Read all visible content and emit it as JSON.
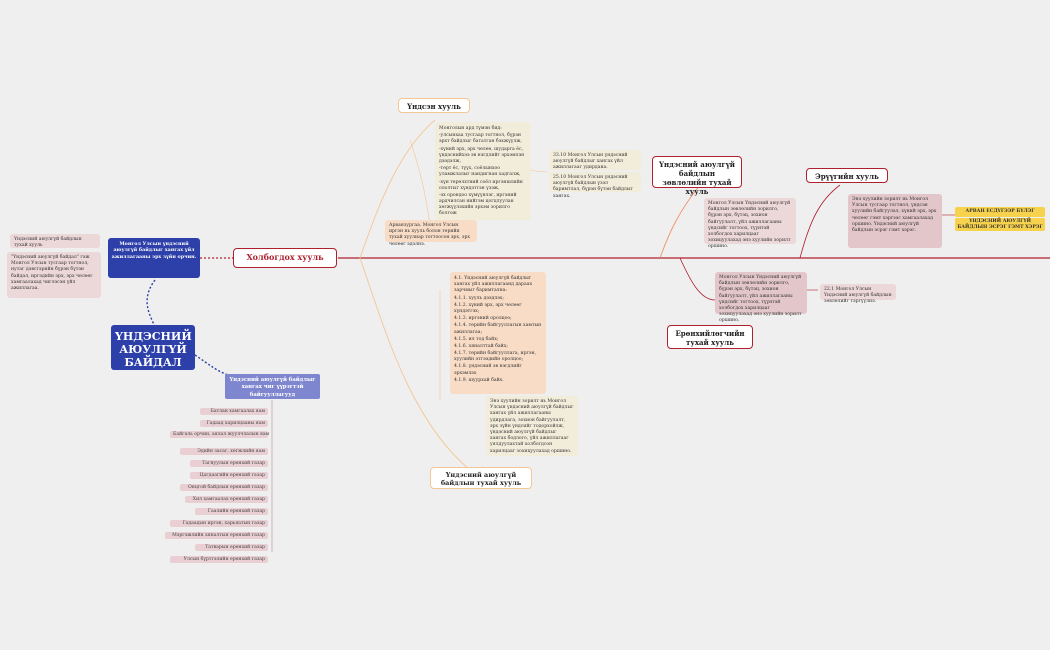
{
  "central": {
    "title": "ҮНДЭСНИЙ АЮУЛГҮЙ БАЙДАЛ"
  },
  "relation_law": {
    "title": "Холбогдох хууль",
    "desc": "Монгол Улсын үндэсний аюулгүй байдлыг хангах үйл ажиллагааны эрх зүйн орчин.",
    "left_note_title": "Үндэсний аюулгүй байдлын тухай хууль",
    "left_note": "\"Үндэсний аюулгүй байдал\" гэж Монгол Улсын тусгаар тогтнол, нутаг дэвсгэрийн бүрэн бүтэн байдал, иргэдийн эрх, эрх чөлөөг хамгаалахад чиглэсэн үйл ажиллагаа."
  },
  "constitution": {
    "title": "Үндсэн хууль",
    "points": [
      "Монголын ард түмэн бид:",
      "-улсынхаа тусгаар тогтнол, бүрэн эрхт байдлыг бататган бэхжүүлж,",
      "-хүний эрх, эрх чөлөө, шударга ёс, үндэснийхээ эв нэгдлийг эрхэмлэн дээдэлж,",
      "-төрт ёс, түүх, соёлынхоо уламжлалыг нандигнан хадгалж,",
      "-хүн төрөлхтний соёл иргэншлийн ололтыг хүндэтгэн үзэж,",
      "-эх орондоо хүмүүнлэг, иргэний ардчилсан нийгэм цогцлуулан хөгжүүлэхийн эрхэм зорилго болгож"
    ],
    "note_a": "33.10 Монгол Улсын үндэсний аюулгүй байдлыг хангах үйл ажиллагааг удирдана.",
    "note_b": "25.10 Монгол Улсын үндэсний аюулгүй байдлын үзэл баримтлал, бүрэн бүтэн байдлыг хангах.",
    "note_c": "Арванзургаа. Монгол Улсын иргэн нь хууль болон төрийн тухай хуулиар тогтоосон эрх, эрх чөлөөг эдэлнэ."
  },
  "nsl": {
    "title": "Үндэсний аюулгүй байдлын тухай хууль",
    "points": [
      "4.1. Үндэсний аюулгүй байдлыг хангах үйл ажиллагаанд дараах зарчмыг баримтална:",
      "4.1.1. хууль дээдлэх;",
      "4.1.2. хүний эрх, эрх чөлөөг хүндэтгэх;",
      "4.1.3. иргэний оролцоо;",
      "4.1.4. төрийн байгууллагын хамтын ажиллагаа;",
      "4.1.5. ил тод байх;",
      "4.1.6. хяналттай байх;",
      "4.1.7. төрийн байгууллага, иргэн, хуулийн этгээдийн оролцоо;",
      "4.1.8. үндэсний эв нэгдлийг эрхэмлэх",
      "4.1.9. шуурхай байх."
    ],
    "note": "Энэ хуулийн зорилт нь Монгол Улсын үндэсний аюулгүй байдлыг хангах үйл ажиллагааны удирдлага, зохион байгуулалт, эрх зүйн үндсийг тодорхойлж, үндэсний аюулгүй байдлыг хангах бодлого, үйл ажиллагааг уялдуулахтай холбогдсон харилцааг зохицуулахад оршино."
  },
  "concept_law": {
    "title": "Үндэсний аюулгүй байдлын зөвлөлийн тухай хууль",
    "note": "Монгол Улсын Үндэсний аюулгүй байдлын зөвлөлийн зорилго, бүрэн эрх, бүтэц, зохион байгуулалт, үйл ажиллагааны үндсийг тогтоох, түүнтэй холбогдох харилцааг зохицуулахад энэ хуулийн зорилт оршино."
  },
  "criminal_law": {
    "title": "Эрүүгийн хууль",
    "note": "Энэ хуулийн зорилт нь Монгол Улсын тусгаар тогтнол, үндсэн хуулийн байгуулал, хүний эрх, эрх чөлөөг гэмт хэргээс хамгаалахад оршино. Үндэсний аюулгүй байдлын эсрэг гэмт хэрэг.",
    "tag1": "АРВАН ЕСДҮГЭЭР БҮЛЭГ",
    "tag2": "ҮНДЭСНИЙ АЮУЛГҮЙ БАЙДЛЫН ЭСРЭГ ГЭМТ ХЭРЭГ"
  },
  "general_law": {
    "title": "Ерөнхийлөгчийн тухай хууль",
    "note": "Монгол Улсын Үндэсний аюулгүй байдлын зөвлөлийн зорилго, бүрэн эрх, бүтэц, зохион байгуулалт, үйл ажиллагааны үндсийг тогтоох, түүнтэй холбогдох харилцааг зохицуулахад энэ хуулийн зорилт оршино.",
    "sub": "22.1 Монгол Улсын Үндэсний аюулгүй байдлын зөвлөлийг тэргүүлнэ."
  },
  "agencies": {
    "title": "Үндэсний аюулгүй байдлыг хангах чиг үүрэгтэй байгууллагууд",
    "items": [
      "Батлан хамгаалах яам",
      "Гадаад харилцааны яам",
      "Байгаль орчин, аялал жуулчлалын яам",
      "Эдийн засаг, хөгжлийн яам",
      "Тагнуулын ерөнхий газар",
      "Цагдаагийн ерөнхий газар",
      "Онцгой байдлын ерөнхий газар",
      "Хил хамгаалах ерөнхий газар",
      "Гаалийн ерөнхий газар",
      "Гадаадын иргэн, харьяатын газар",
      "Мэргэжлийн хяналтын ерөнхий газар",
      "Татварын ерөнхий газар",
      "Улсын бүртгэлийн ерөнхий газар"
    ]
  },
  "colors": {
    "hub": "#2d3fa8",
    "link_red": "#b01f2e",
    "link_orange": "#f0c48e",
    "agency_bg": "#7d86cf"
  }
}
